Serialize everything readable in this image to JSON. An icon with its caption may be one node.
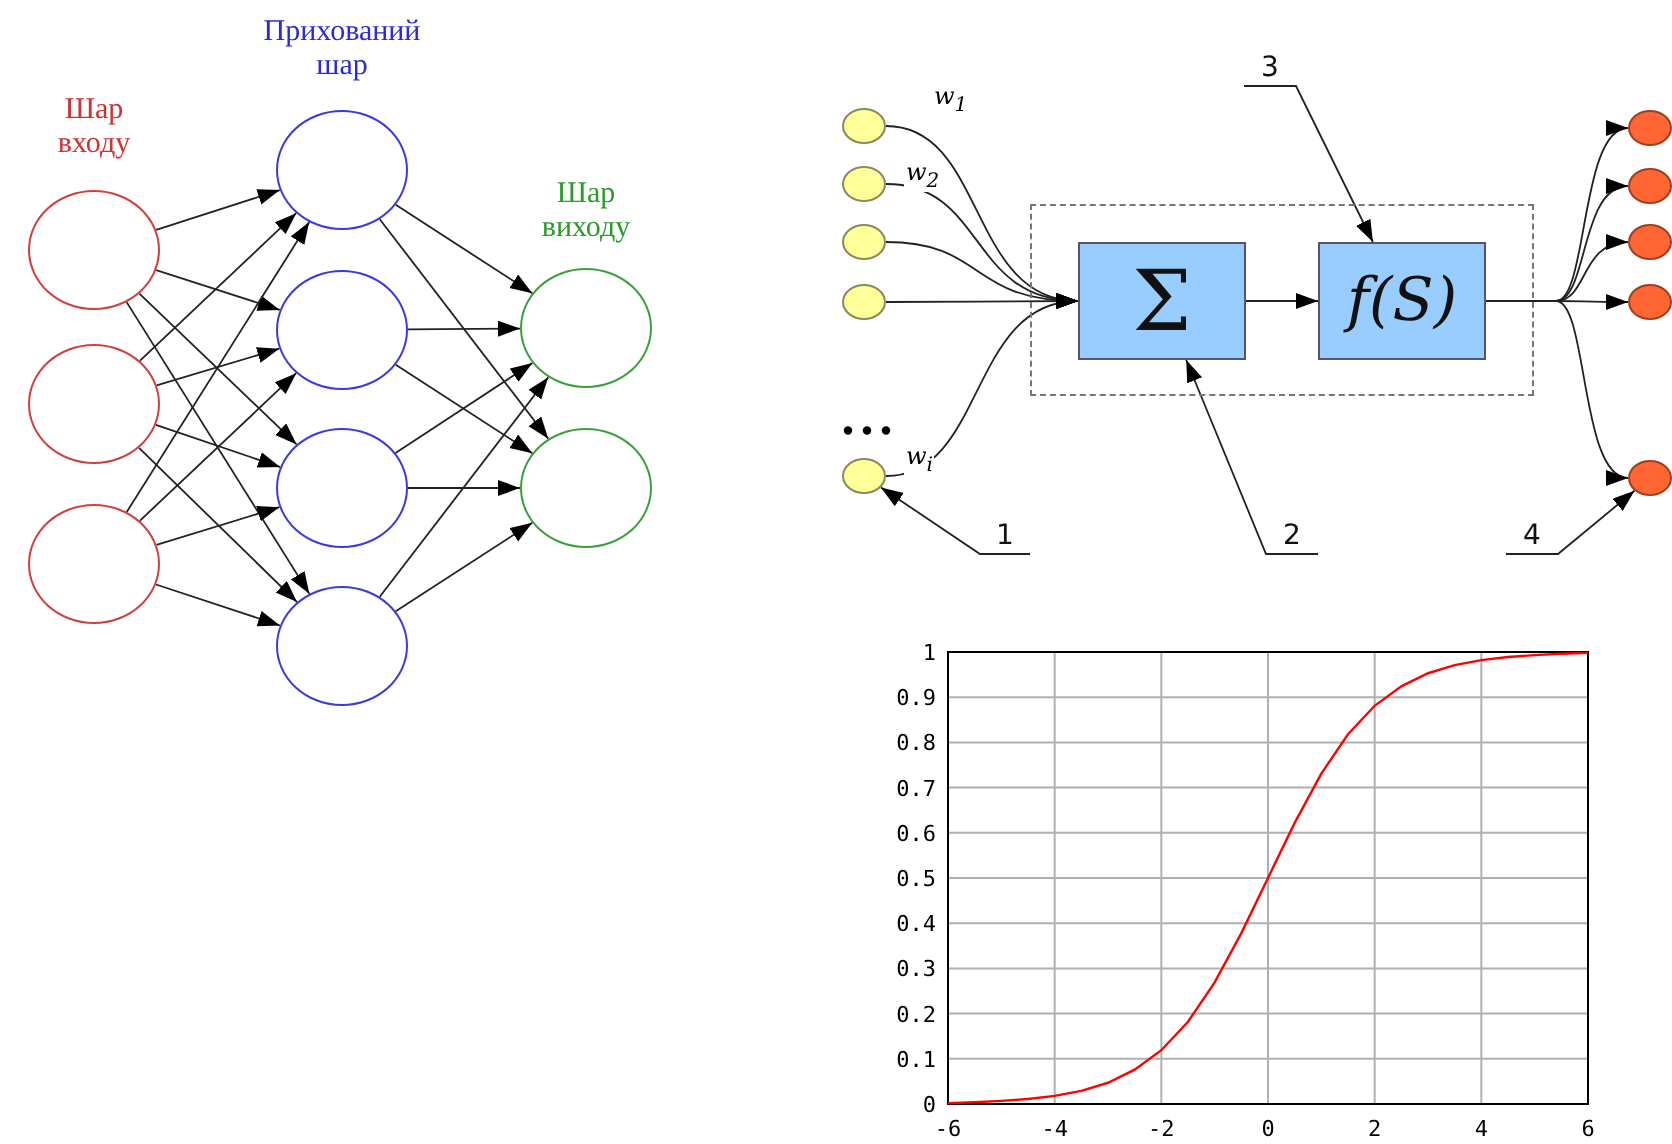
{
  "diagram": {
    "nodes": [
      {
        "text": [],
        "shape": "circle"
      },
      {
        "text": [],
        "shape": "circle"
      },
      {
        "text": [],
        "shape": "circle"
      },
      {
        "text": [],
        "shape": "circle"
      },
      {
        "text": [],
        "shape": "circle"
      },
      {
        "text": [],
        "shape": "circle"
      },
      {
        "text": [],
        "shape": "circle"
      },
      {
        "text": [],
        "shape": "circle"
      },
      {
        "text": [],
        "shape": "circle"
      },
      {
        "text": [],
        "shape": "circle"
      },
      {
        "text": [],
        "shape": "circle"
      },
      {
        "text": [],
        "shape": "circle"
      },
      {
        "text": [],
        "shape": "circle"
      },
      {
        "text": [],
        "shape": "circle"
      },
      {
        "text": [],
        "shape": "box"
      },
      {
        "text": [
          "Σ"
        ],
        "in": 14
      },
      {
        "text": [
          "f(S)"
        ],
        "in": 14
      },
      {
        "text": [],
        "shape": "circle"
      },
      {
        "text": [],
        "shape": "circle"
      },
      {
        "text": [],
        "shape": "circle"
      },
      {
        "text": [],
        "shape": "circle"
      },
      {
        "text": [],
        "shape": "circle"
      },
      {
        "text": [
          "1"
        ]
      },
      {
        "text": [
          "2"
        ]
      },
      {
        "text": [
          "3"
        ]
      },
      {
        "text": [
          "4"
        ]
      }
    ],
    "edges": [
      {
        "from": 0,
        "to": 3,
        "arrow": "to"
      },
      {
        "from": 0,
        "to": 4,
        "arrow": "to"
      },
      {
        "from": 0,
        "to": 5,
        "arrow": "to"
      },
      {
        "from": 0,
        "to": 6,
        "arrow": "to"
      },
      {
        "from": 1,
        "to": 3,
        "arrow": "to"
      },
      {
        "from": 1,
        "to": 4,
        "arrow": "to"
      },
      {
        "from": 1,
        "to": 5,
        "arrow": "to"
      },
      {
        "from": 1,
        "to": 6,
        "arrow": "to"
      },
      {
        "from": 2,
        "to": 3,
        "arrow": "to"
      },
      {
        "from": 2,
        "to": 4,
        "arrow": "to"
      },
      {
        "from": 2,
        "to": 5,
        "arrow": "to"
      },
      {
        "from": 2,
        "to": 6,
        "arrow": "to"
      },
      {
        "from": 3,
        "to": 7,
        "arrow": "to"
      },
      {
        "from": 3,
        "to": 8,
        "arrow": "to"
      },
      {
        "from": 4,
        "to": 7,
        "arrow": "to"
      },
      {
        "from": 4,
        "to": 8,
        "arrow": "to"
      },
      {
        "from": 5,
        "to": 7,
        "arrow": "to"
      },
      {
        "from": 5,
        "to": 8,
        "arrow": "to"
      },
      {
        "from": 6,
        "to": 7,
        "arrow": "to"
      },
      {
        "from": 6,
        "to": 8,
        "arrow": "to"
      },
      {
        "from": 9,
        "to": 15,
        "arrow": "to",
        "label": "w$_{1}$"
      },
      {
        "from": 10,
        "to": 15,
        "arrow": "to",
        "label": "w$_{2}$"
      },
      {
        "from": 11,
        "to": 15,
        "arrow": "to"
      },
      {
        "from": 12,
        "to": 15,
        "arrow": "to"
      },
      {
        "from": 13,
        "to": 15,
        "arrow": "to",
        "label": "w$_{i}$"
      },
      {
        "from": 15,
        "to": 16,
        "arrow": "to"
      },
      {
        "from": 16,
        "to": 17,
        "arrow": "to"
      },
      {
        "from": 16,
        "to": 18,
        "arrow": "to"
      },
      {
        "from": 16,
        "to": 19,
        "arrow": "to"
      },
      {
        "from": 16,
        "to": 20,
        "arrow": "to"
      },
      {
        "from": 16,
        "to": 21,
        "arrow": "to"
      },
      {
        "from": 22,
        "to": 13,
        "arrow": "to"
      },
      {
        "from": 23,
        "to": 15,
        "arrow": "to"
      },
      {
        "from": 24,
        "to": 16,
        "arrow": "to"
      },
      {
        "from": 25,
        "to": 21,
        "arrow": "to"
      }
    ],
    "labels": [
      "Шар входу",
      "Прихований шар",
      "Шар виходу",
      "..."
    ],
    "chart_data": {
      "type": "line",
      "x": [
        -6,
        -5.5,
        -5,
        -4.5,
        -4,
        -3.5,
        -3,
        -2.5,
        -2,
        -1.5,
        -1,
        -0.5,
        0,
        0.5,
        1,
        1.5,
        2,
        2.5,
        3,
        3.5,
        4,
        4.5,
        5,
        5.5,
        6
      ],
      "series": [
        {
          "color": "#ff0000",
          "values": [
            0.002,
            0.004,
            0.007,
            0.011,
            0.018,
            0.029,
            0.047,
            0.076,
            0.119,
            0.182,
            0.269,
            0.378,
            0.5,
            0.622,
            0.731,
            0.818,
            0.881,
            0.924,
            0.953,
            0.971,
            0.982,
            0.989,
            0.993,
            0.996,
            0.998
          ]
        }
      ],
      "xlim": [
        -6,
        6
      ],
      "ylim": [
        0,
        1
      ],
      "grid": true,
      "xticks": [
        -6,
        -4,
        -2,
        0,
        2,
        4,
        6
      ],
      "yticks": [
        0,
        0.1,
        0.2,
        0.3,
        0.4,
        0.5,
        0.6,
        0.7,
        0.8,
        0.9,
        1
      ]
    }
  }
}
